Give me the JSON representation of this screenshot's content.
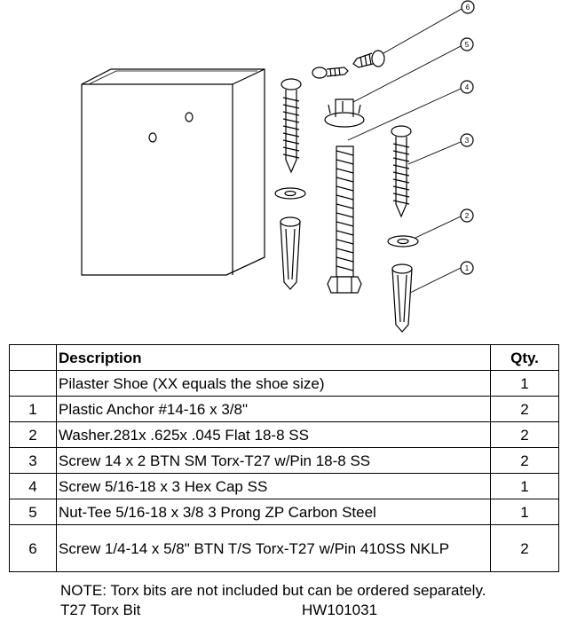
{
  "callouts": [
    "1",
    "2",
    "3",
    "4",
    "5",
    "6"
  ],
  "table": {
    "headers": {
      "num": "",
      "description": "Description",
      "qty": "Qty."
    },
    "rows": [
      {
        "num": "",
        "description": "Pilaster Shoe (XX equals the shoe size)",
        "qty": "1"
      },
      {
        "num": "1",
        "description": "Plastic Anchor #14-16 x 3/8\"",
        "qty": "2"
      },
      {
        "num": "2",
        "description": "Washer.281x .625x .045 Flat 18-8 SS",
        "qty": "2"
      },
      {
        "num": "3",
        "description": "Screw 14 x 2 BTN SM Torx-T27 w/Pin 18-8 SS",
        "qty": "2"
      },
      {
        "num": "4",
        "description": "Screw 5/16-18 x 3 Hex Cap SS",
        "qty": "1"
      },
      {
        "num": "5",
        "description": "Nut-Tee 5/16-18 x 3/8 3 Prong ZP Carbon Steel",
        "qty": "1"
      },
      {
        "num": "6",
        "description": "Screw 1/4-14 x 5/8\" BTN T/S Torx-T27 w/Pin 410SS NKLP",
        "qty": "2"
      }
    ]
  },
  "note": "NOTE: Torx bits are not included but can be ordered separately.",
  "bit": {
    "name": "T27 Torx Bit",
    "code": "HW101031"
  }
}
